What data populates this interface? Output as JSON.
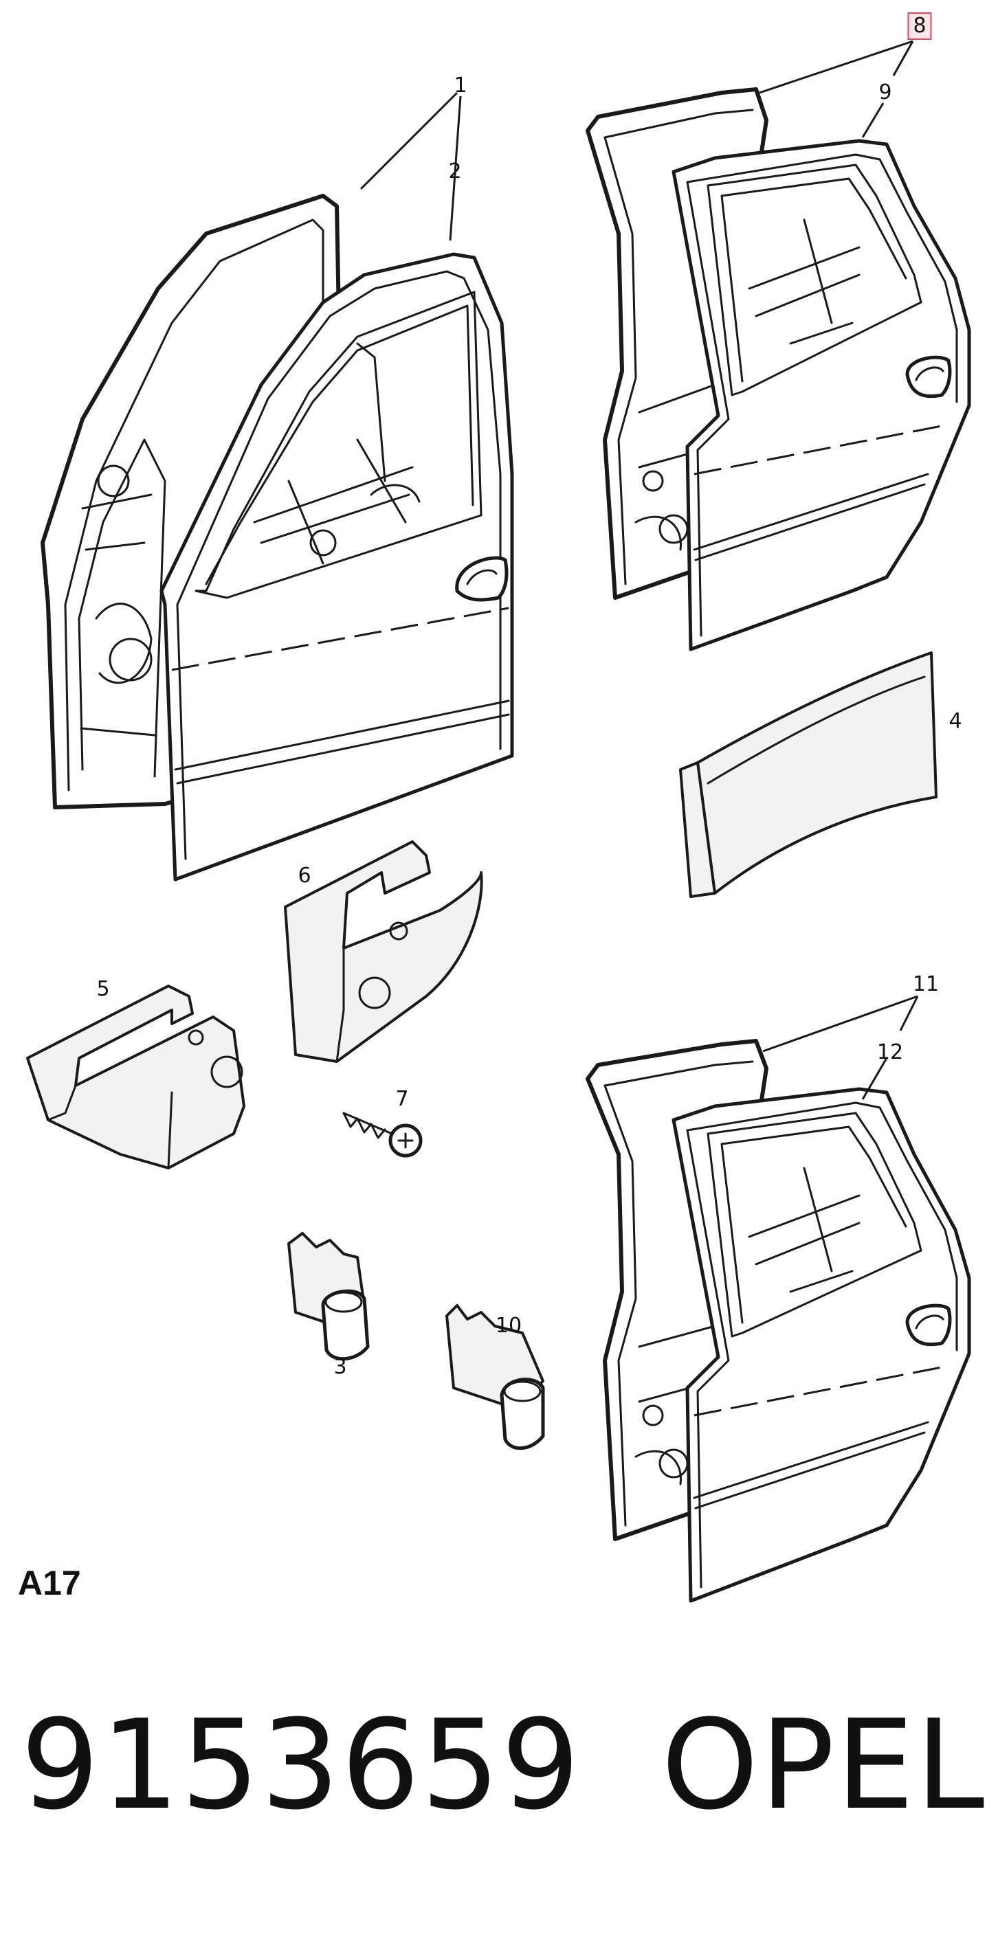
{
  "callouts": {
    "c1": "1",
    "c2": "2",
    "c3": "3",
    "c4": "4",
    "c5": "5",
    "c6": "6",
    "c7": "7",
    "c8": "8",
    "c9": "9",
    "c10": "10",
    "c11": "11",
    "c12": "12"
  },
  "highlight_color": "#e0495a",
  "figure_code": "A17",
  "part_number": "9153659",
  "brand": "OPEL"
}
